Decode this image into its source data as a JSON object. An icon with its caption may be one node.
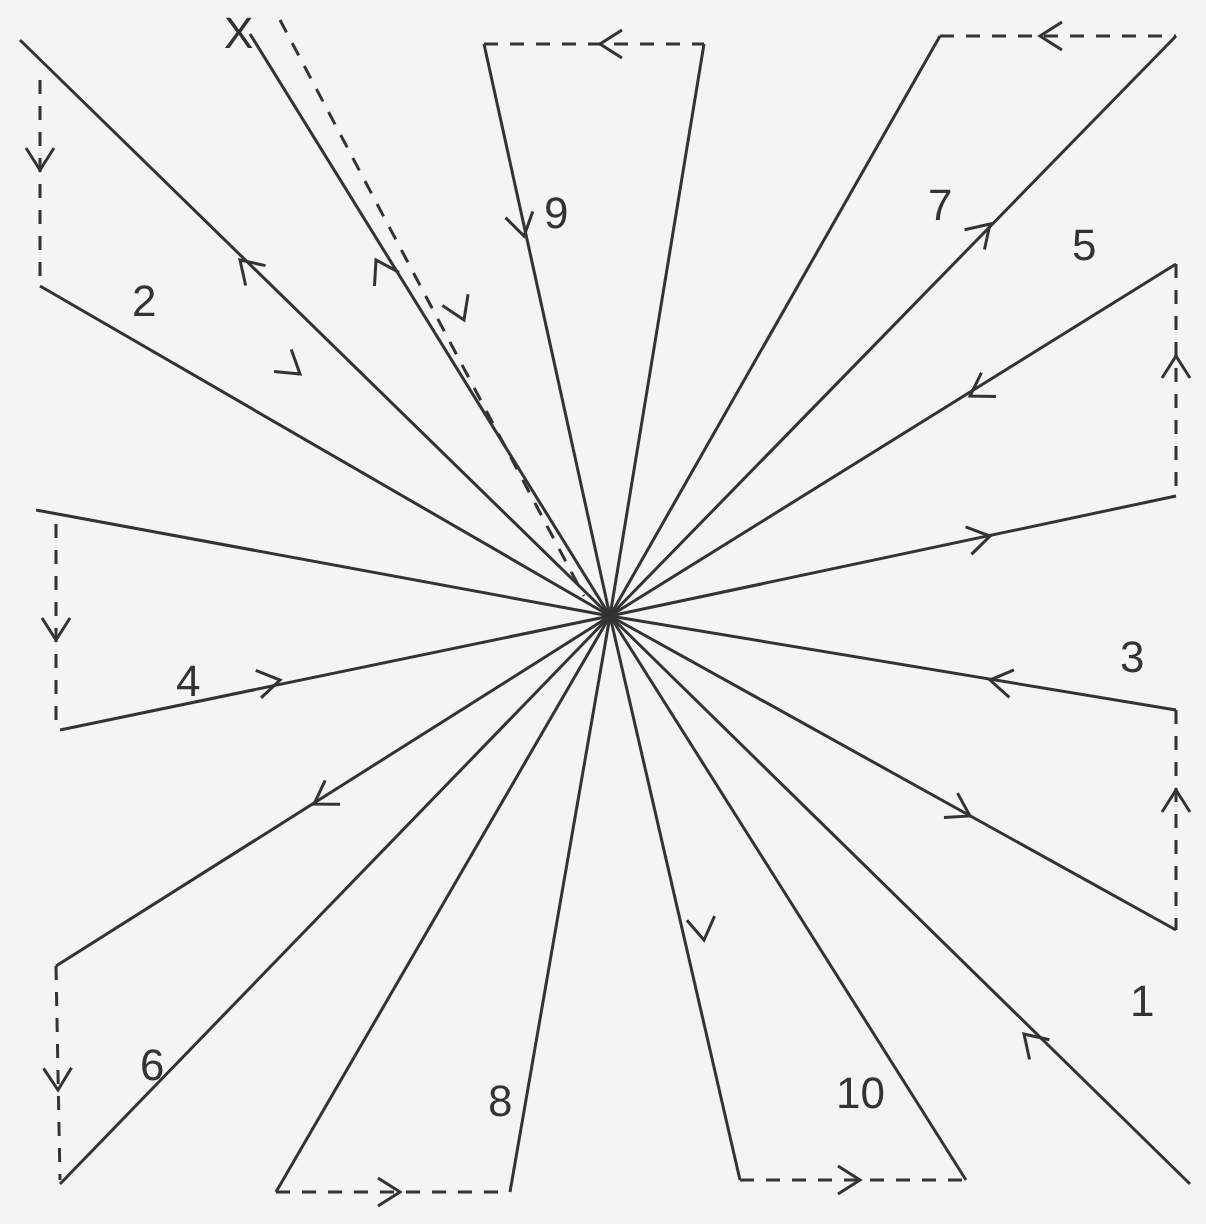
{
  "diagram": {
    "labels": [
      "X",
      "9",
      "7",
      "2",
      "5",
      "4",
      "3",
      "6",
      "8",
      "10",
      "1"
    ]
  }
}
